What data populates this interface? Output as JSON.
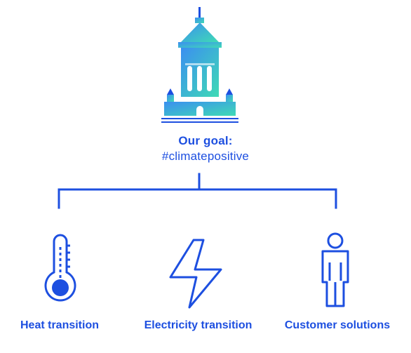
{
  "goal": {
    "title": "Our goal:",
    "tag": "#climatepositive"
  },
  "branches": [
    {
      "label": "Heat transition",
      "icon": "thermometer-icon"
    },
    {
      "label": "Electricity transition",
      "icon": "lightning-bolt-icon"
    },
    {
      "label": "Customer solutions",
      "icon": "person-icon"
    }
  ],
  "colors": {
    "primary": "#1d4fe0",
    "gradient_start": "#3da1f0",
    "gradient_end": "#3fd9b8"
  }
}
